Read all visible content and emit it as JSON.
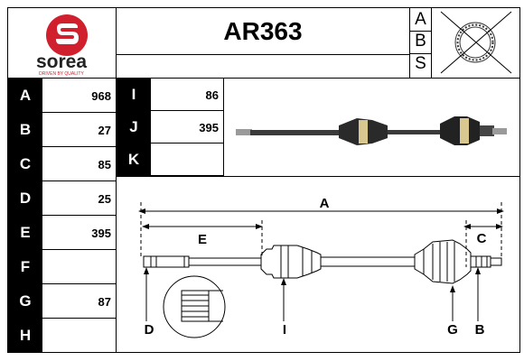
{
  "brand": {
    "name": "sorea",
    "tagline": "DRIVEN BY QUALITY",
    "logo_color": "#d0202e"
  },
  "part_number": "AR363",
  "abs_letters": [
    "A",
    "B",
    "S"
  ],
  "specs_left": [
    {
      "letter": "A",
      "value": "968"
    },
    {
      "letter": "B",
      "value": "27"
    },
    {
      "letter": "C",
      "value": "85"
    },
    {
      "letter": "D",
      "value": "25"
    },
    {
      "letter": "E",
      "value": "395"
    },
    {
      "letter": "F",
      "value": ""
    },
    {
      "letter": "G",
      "value": "87"
    },
    {
      "letter": "H",
      "value": ""
    }
  ],
  "specs_right": [
    {
      "letter": "I",
      "value": "86"
    },
    {
      "letter": "J",
      "value": "395"
    },
    {
      "letter": "K",
      "value": ""
    }
  ],
  "diagram_labels": {
    "A": "A",
    "B": "B",
    "C": "C",
    "D": "D",
    "E": "E",
    "G": "G",
    "I": "I"
  }
}
